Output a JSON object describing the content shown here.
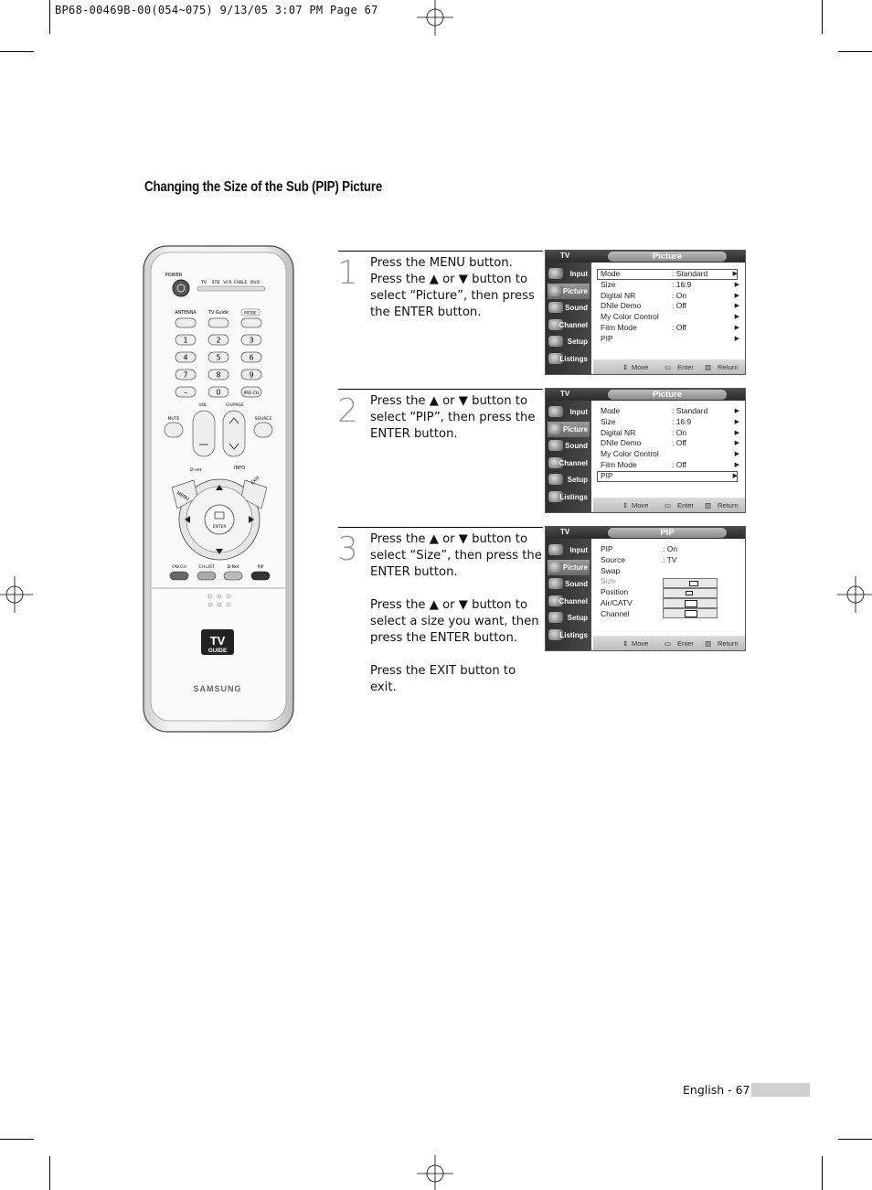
{
  "slug": "BP68-00469B-00(054~075)  9/13/05  3:07 PM  Page 67",
  "section_title": "Changing the Size of the Sub (PIP) Picture",
  "remote": {
    "top_labels": [
      "POWER",
      "TV",
      "STB",
      "VCR",
      "CABLE",
      "DVD"
    ],
    "row_labels": [
      "ANTENNA",
      "TV Guide",
      "MODE"
    ],
    "digits": [
      "1",
      "2",
      "3",
      "4",
      "5",
      "6",
      "7",
      "8",
      "9",
      "–",
      "0",
      "PRE-CH"
    ],
    "rocker_labels": [
      "MUTE",
      "VOL",
      "CH/PAGE",
      "SOURCE"
    ],
    "nav_labels": [
      "MENU",
      "INFO",
      "EXIT",
      "ENTER",
      "D-net"
    ],
    "bottom_labels": [
      "FAV.CH",
      "CH.LIST",
      "D-Net",
      "PIP"
    ],
    "guide_logo_top": "TV",
    "guide_logo_bottom": "GUIDE",
    "brand": "SAMSUNG"
  },
  "steps": [
    {
      "num": "1",
      "paragraphs": [
        "Press the MENU button. Press the ▲ or ▼ button to select “Picture”, then press the ENTER button."
      ]
    },
    {
      "num": "2",
      "paragraphs": [
        "Press the ▲ or ▼ button to select “PIP”, then press the ENTER button."
      ]
    },
    {
      "num": "3",
      "paragraphs": [
        "Press the ▲ or ▼ button to select “Size”, then press the ENTER button.",
        "Press the ▲ or ▼ button to select a size you want, then press the ENTER button.",
        "Press the EXIT button to exit."
      ]
    }
  ],
  "osd_common": {
    "tv": "TV",
    "sidebar": [
      "Input",
      "Picture",
      "Sound",
      "Channel",
      "Setup",
      "Listings"
    ],
    "footer": {
      "move": "Move",
      "enter": "Enter",
      "return": "Return"
    }
  },
  "osd1": {
    "title": "Picture",
    "rows": [
      {
        "k": "Mode",
        "v": ": Standard"
      },
      {
        "k": "Size",
        "v": ": 16:9"
      },
      {
        "k": "Digital NR",
        "v": ": On"
      },
      {
        "k": "DNIe Demo",
        "v": ": Off"
      },
      {
        "k": "My Color Control",
        "v": ""
      },
      {
        "k": "Film Mode",
        "v": ": Off"
      },
      {
        "k": "PIP",
        "v": ""
      }
    ]
  },
  "osd2": {
    "title": "Picture",
    "rows": [
      {
        "k": "Mode",
        "v": ": Standard"
      },
      {
        "k": "Size",
        "v": ": 16:9"
      },
      {
        "k": "Digital NR",
        "v": ": On"
      },
      {
        "k": "DNIe Demo",
        "v": ": Off"
      },
      {
        "k": "My Color Control",
        "v": ""
      },
      {
        "k": "Film Mode",
        "v": ": Off"
      },
      {
        "k": "PIP",
        "v": ""
      }
    ]
  },
  "osd3": {
    "title": "PIP",
    "rows": [
      {
        "k": "PIP",
        "v": ": On"
      },
      {
        "k": "Source",
        "v": ": TV"
      },
      {
        "k": "Swap",
        "v": ""
      },
      {
        "k": "Size",
        "v": ""
      },
      {
        "k": "Position",
        "v": ""
      },
      {
        "k": "Air/CATV",
        "v": ""
      },
      {
        "k": "Channel",
        "v": ""
      }
    ]
  },
  "folio": "English - 67"
}
